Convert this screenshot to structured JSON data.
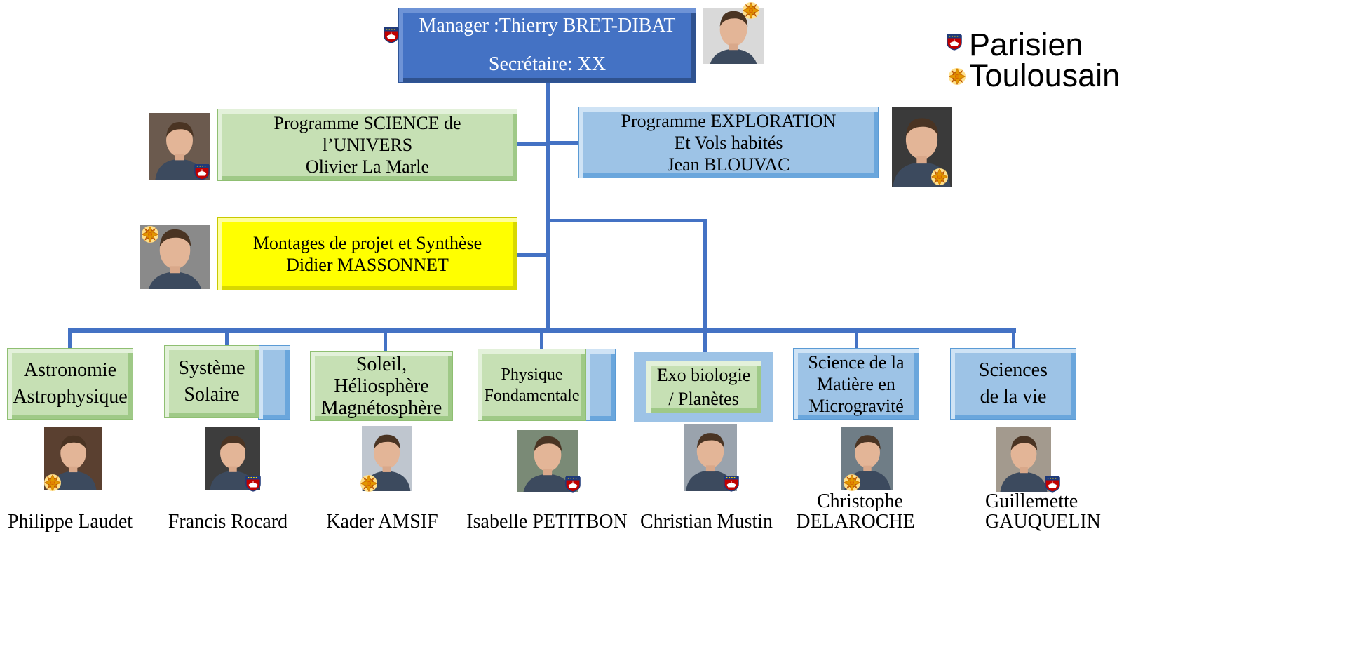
{
  "manager": {
    "line1": "Manager :Thierry BRET-DIBAT",
    "line2": "Secrétaire:  XX"
  },
  "programs": {
    "science": {
      "line1": "Programme  SCIENCE de",
      "line2": "l’UNIVERS",
      "line3": "Olivier La Marle"
    },
    "exploration": {
      "line1": "Programme  EXPLORATION",
      "line2": "Et Vols habités",
      "line3": "Jean BLOUVAC"
    },
    "montages": {
      "line1": "Montages de projet et Synthèse",
      "line2": "Didier MASSONNET"
    }
  },
  "legend": {
    "parisien": "Parisien",
    "toulousain": "Toulousain",
    "parisien_icon": "paris-crest-icon",
    "toulousain_icon": "occitan-cross-icon"
  },
  "divisions": [
    {
      "lines": [
        "Astronomie",
        "Astrophysique"
      ],
      "person": "Philippe Laudet",
      "person2": ""
    },
    {
      "lines": [
        "Système",
        "Solaire"
      ],
      "person": "Francis Rocard",
      "person2": ""
    },
    {
      "lines": [
        "Soleil,",
        "Héliosphère",
        "Magnétosphère"
      ],
      "person": "Kader AMSIF",
      "person2": ""
    },
    {
      "lines": [
        "Physique",
        "Fondamentale"
      ],
      "person": "Isabelle PETITBON",
      "person2": ""
    },
    {
      "lines": [
        "Exo biologie",
        "/ Planètes"
      ],
      "person": "Christian Mustin",
      "person2": ""
    },
    {
      "lines": [
        "Science de la",
        "Matière en",
        "Microgravité"
      ],
      "person": "Christophe",
      "person2": "DELAROCHE"
    },
    {
      "lines": [
        "Sciences",
        "de la vie"
      ],
      "person": "Guillemette",
      "person2": "GAUQUELIN"
    }
  ],
  "colors": {
    "connector": "#4472C4",
    "manager": "#4472C4",
    "green": "#C6E0B4",
    "blue": "#9DC3E6",
    "yellow": "#FFFF00"
  }
}
